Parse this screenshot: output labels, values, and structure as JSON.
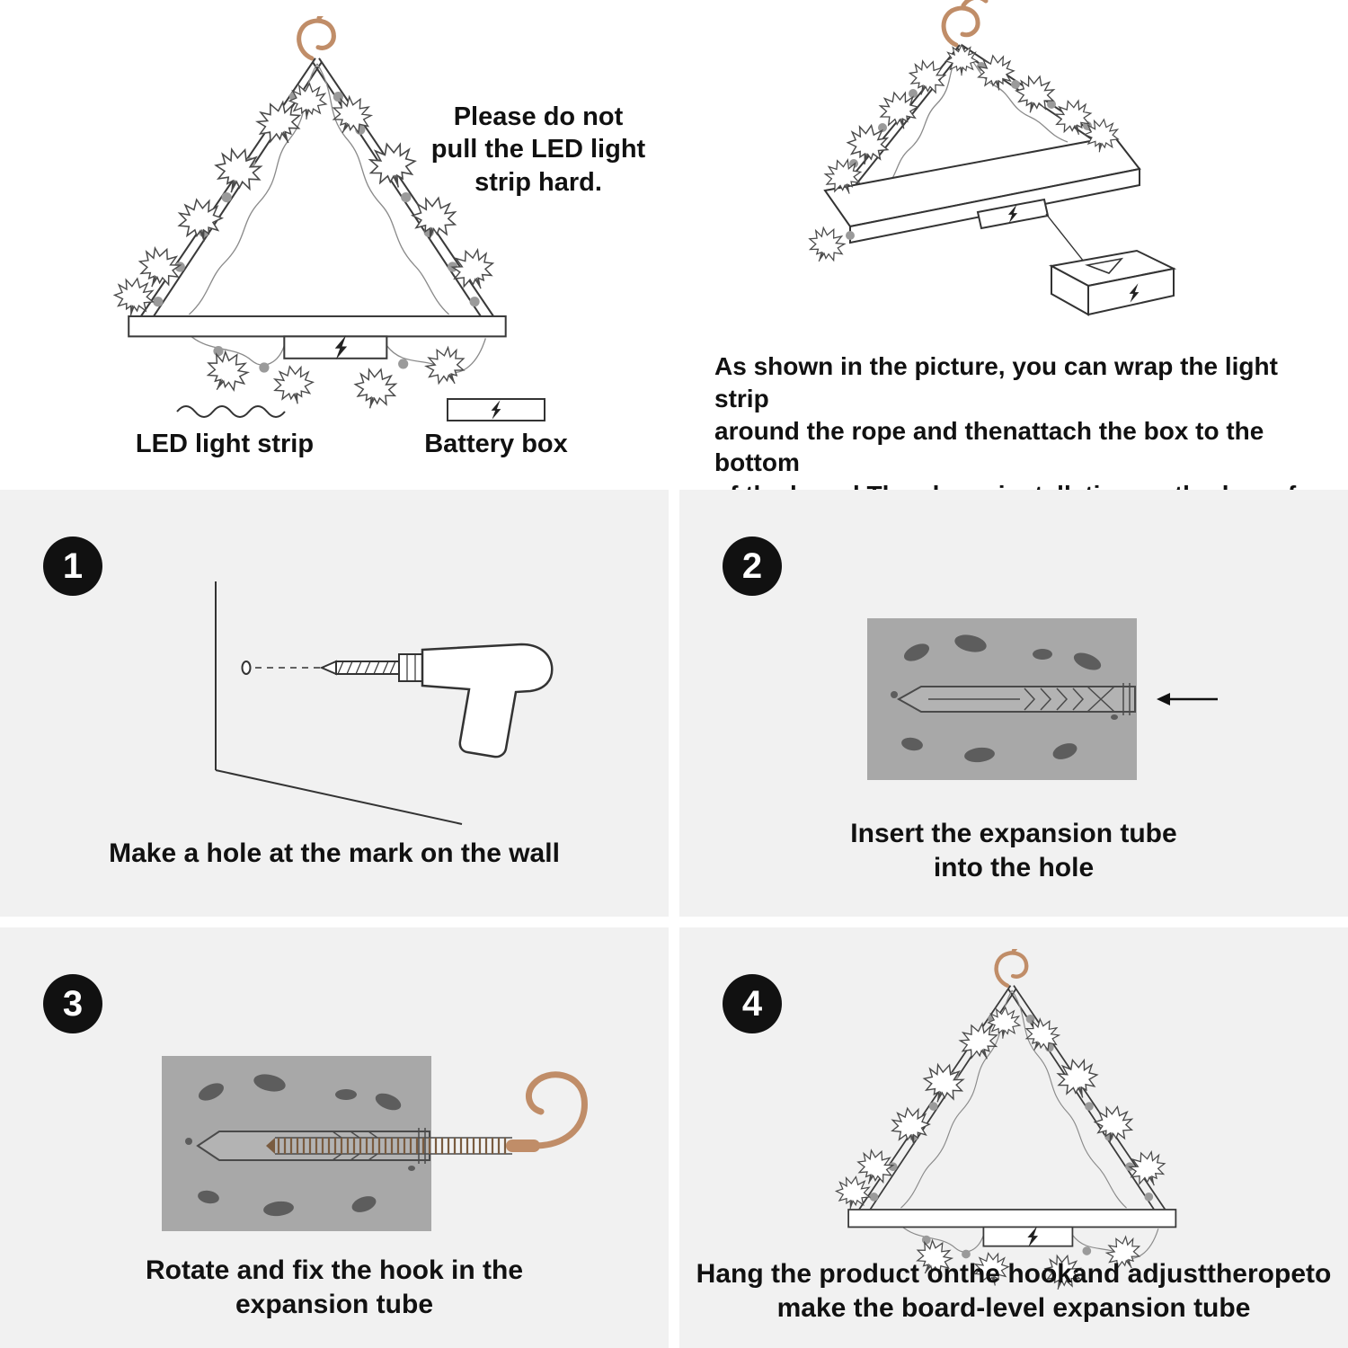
{
  "top_left": {
    "note": "Please do not\npull the LED light\nstrip hard.",
    "legend_led": "LED light strip",
    "legend_battery": "Battery box"
  },
  "top_right": {
    "paragraph": "As shown in the picture, you can wrap the light strip\naround the rope and thenattach the box to the bottom\nof the board.The above installation methods arefor\nreference only.You can design the installation meth-\nods by yourself."
  },
  "steps": [
    {
      "number": "1",
      "caption": "Make a hole at the mark on the wall"
    },
    {
      "number": "2",
      "caption": "Insert the expansion tube\ninto the hole"
    },
    {
      "number": "3",
      "caption": "Rotate and fix the hook in the\nexpansion tube"
    },
    {
      "number": "4",
      "caption": "Hang the product onthe hookand adjusttheropeto\nmake the board-level expansion tube"
    }
  ],
  "colors": {
    "hook": "#c08d68",
    "wall_gray": "#a8a8a8",
    "blob_gray": "#5d5d5d",
    "line": "#333333",
    "panel_bg": "#f1f1f1",
    "step_circle": "#111111",
    "led_dot": "#9a9a9a"
  },
  "icons": {
    "led_strip": "wavy-line-icon",
    "battery_box": "battery-box-icon",
    "ceiling_hook": "hook-icon",
    "drill": "drill-icon",
    "expansion_tube": "expansion-tube-icon",
    "insert_arrow": "arrow-left-icon",
    "maple_leaf": "maple-leaf-icon",
    "lightning": "lightning-bolt-icon"
  }
}
